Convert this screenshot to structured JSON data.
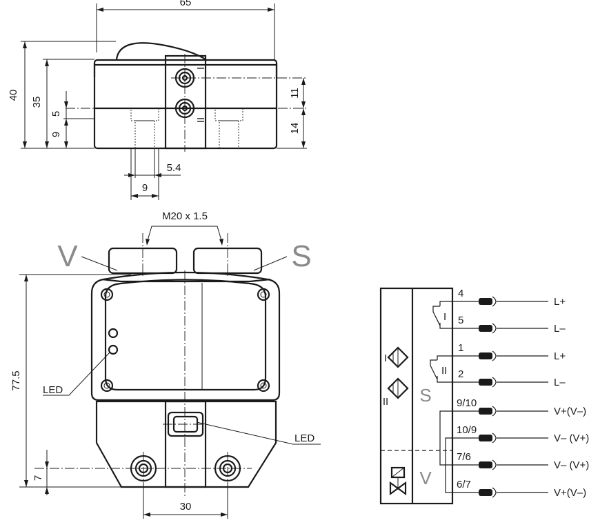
{
  "side_view": {
    "dims": {
      "width": "65",
      "height_total": "40",
      "height_body": "35",
      "upper": "5",
      "lower": "9",
      "right_upper": "11",
      "right_lower": "14",
      "bore": "5.4",
      "pitch": "9"
    },
    "port_labels": [
      "I",
      "II"
    ]
  },
  "front_view": {
    "thread": "M20 x 1.5",
    "letter_v": "V",
    "letter_s": "S",
    "led_left": "LED",
    "led_right": "LED",
    "dims": {
      "height": "77.5",
      "bottom": "7",
      "hole_pitch": "30"
    }
  },
  "wiring": {
    "section_s": "S",
    "section_v": "V",
    "switch_labels": [
      "I",
      "II"
    ],
    "pins": [
      {
        "num": "4",
        "signal": "L+"
      },
      {
        "num": "5",
        "signal": "L–"
      },
      {
        "num": "1",
        "signal": "L+"
      },
      {
        "num": "2",
        "signal": "L–"
      },
      {
        "num": "9/10",
        "signal": "V+(V–)"
      },
      {
        "num": "10/9",
        "signal": "V– (V+)"
      },
      {
        "num": "7/6",
        "signal": "V– (V+)"
      },
      {
        "num": "6/7",
        "signal": "V+(V–)"
      }
    ],
    "sensor_labels": [
      "I",
      "II"
    ]
  }
}
